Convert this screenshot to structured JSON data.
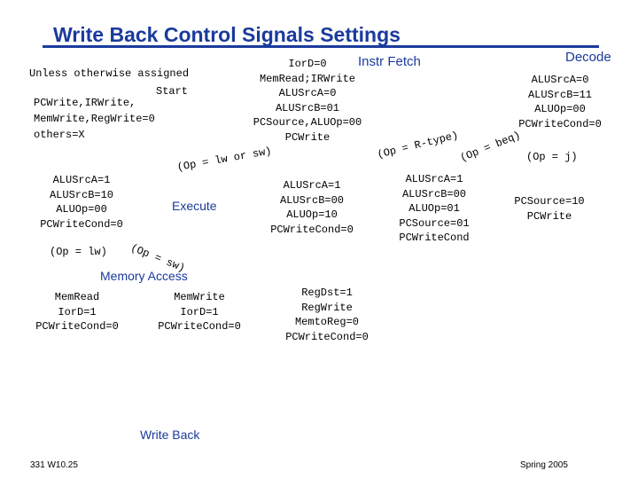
{
  "title": "Write Back Control Signals Settings",
  "defaults": {
    "line1": "Unless otherwise assigned",
    "line2": "PCWrite,IRWrite,",
    "line3": "MemWrite,RegWrite=0",
    "line4": "others=X"
  },
  "start_label": "Start",
  "stage_labels": {
    "instr_fetch": "Instr Fetch",
    "decode": "Decode",
    "execute": "Execute",
    "memory_access": "Memory Access",
    "write_back": "Write Back"
  },
  "states": {
    "fetch": [
      "IorD=0",
      "MemRead;IRWrite",
      "ALUSrcA=0",
      "ALUSrcB=01",
      "PCSource,ALUOp=00",
      "PCWrite"
    ],
    "decode": [
      "ALUSrcA=0",
      "ALUSrcB=11",
      "ALUOp=00",
      "PCWriteCond=0"
    ],
    "mem_addr": [
      "ALUSrcA=1",
      "ALUSrcB=10",
      "ALUOp=00",
      "PCWriteCond=0"
    ],
    "r_exec": [
      "ALUSrcA=1",
      "ALUSrcB=00",
      "ALUOp=10",
      "PCWriteCond=0"
    ],
    "branch": [
      "ALUSrcA=1",
      "ALUSrcB=00",
      "ALUOp=01",
      "PCSource=01",
      "PCWriteCond"
    ],
    "jump": [
      "PCSource=10",
      "PCWrite"
    ],
    "mem_read": [
      "MemRead",
      "IorD=1",
      "PCWriteCond=0"
    ],
    "mem_write": [
      "MemWrite",
      "IorD=1",
      "PCWriteCond=0"
    ],
    "r_write": [
      "RegDst=1",
      "RegWrite",
      "MemtoReg=0",
      "PCWriteCond=0"
    ]
  },
  "conditions": {
    "lw_or_sw": "(Op = lw or sw)",
    "r_type": "(Op = R-type)",
    "beq": "(Op = beq)",
    "j": "(Op = j)",
    "lw": "(Op = lw)",
    "sw": "(Op = sw)"
  },
  "footer": {
    "left": "331 W10.25",
    "right": "Spring 2005"
  },
  "colors": {
    "title": "#1a3a9c",
    "text": "#000000",
    "background": "#ffffff"
  }
}
